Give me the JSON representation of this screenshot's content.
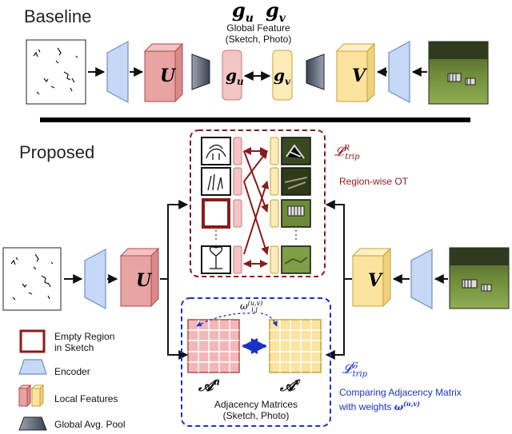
{
  "sections": {
    "baseline": "Baseline",
    "proposed": "Proposed"
  },
  "baseline": {
    "g_u_label": "g_u",
    "g_v_label": "g_v",
    "global_feature_caption": "Global Feature",
    "global_feature_sub": "(Sketch, Photo)",
    "u_label": "U",
    "v_label": "V"
  },
  "proposed": {
    "u_label": "U",
    "v_label": "V",
    "region_ot_label": "Region-wise OT",
    "l_trip_r": "L^R_trip",
    "l_trip_g": "L^G_trip",
    "omega_label": "ω^(u,v)_i,j",
    "a_u_label": "A^u",
    "a_v_label": "A^v",
    "adjacency_caption": "Adjacency Matrices",
    "adjacency_sub": "(Sketch, Photo)",
    "compare_line1": "Comparing Adjacency Matrix",
    "compare_line2": "with weights ω^(u,v)"
  },
  "legend": {
    "empty_region_line1": "Empty Region",
    "empty_region_line2": "in Sketch",
    "encoder": "Encoder",
    "local_features": "Local Features",
    "global_pool": "Global Avg. Pool"
  },
  "colors": {
    "encoder_fill": "#c5d8f5",
    "encoder_stroke": "#6e8fc9",
    "sketch_cube": "#e8a3a3",
    "sketch_cube_stroke": "#b24a4a",
    "photo_cube": "#fbe3a0",
    "photo_cube_stroke": "#c9a236",
    "pool_fill": "#5a6472",
    "dark_red": "#8b1a1a",
    "blue": "#1a33c7"
  }
}
